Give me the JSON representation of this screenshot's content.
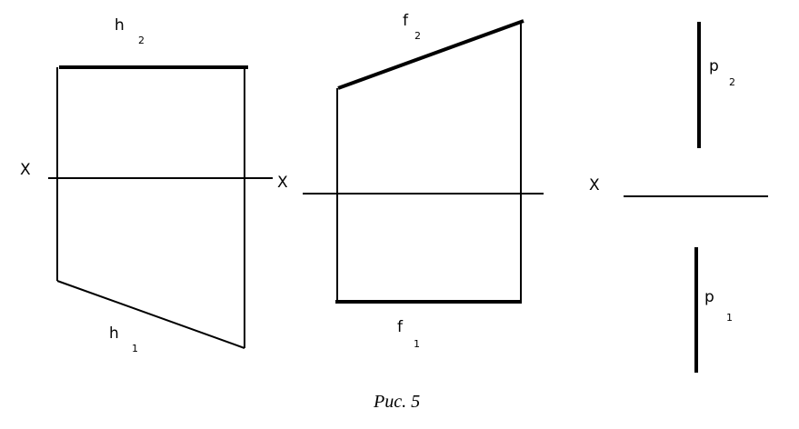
{
  "diagram": {
    "panel_horizontal": {
      "axis_left_label": "X",
      "axis_right_label": "X",
      "top_label": {
        "letter": "h",
        "index": "2"
      },
      "bottom_label": {
        "letter": "h",
        "index": "1"
      }
    },
    "panel_frontal": {
      "top_label": {
        "letter": "f",
        "index": "2"
      },
      "bottom_label": {
        "letter": "f",
        "index": "1"
      }
    },
    "panel_profile": {
      "axis_label": "X",
      "top_label": {
        "letter": "p",
        "index": "2"
      },
      "bottom_label": {
        "letter": "p",
        "index": "1"
      }
    },
    "caption": "Рис. 5"
  }
}
